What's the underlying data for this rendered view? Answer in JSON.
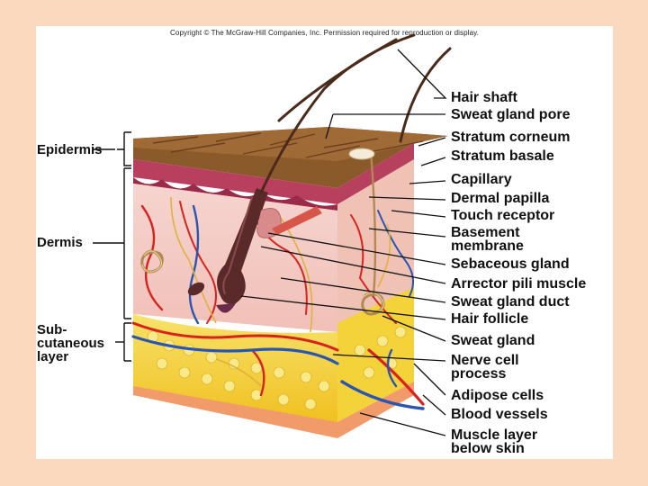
{
  "copyright": "Copyright © The McGraw-Hill Companies, Inc. Permission required for reproduction or display.",
  "left_labels": {
    "epidermis": "Epidermis",
    "dermis": "Dermis",
    "subcutaneous": [
      "Sub-",
      "cutaneous",
      "layer"
    ]
  },
  "right_labels": {
    "hair_shaft": "Hair shaft",
    "sweat_gland_pore": "Sweat gland pore",
    "stratum_corneum": "Stratum corneum",
    "stratum_basale": "Stratum basale",
    "capillary": "Capillary",
    "dermal_papilla": "Dermal papilla",
    "touch_receptor": "Touch receptor",
    "basement_membrane": [
      "Basement",
      "membrane"
    ],
    "sebaceous_gland": "Sebaceous gland",
    "arrector_pili_muscle": "Arrector pili muscle",
    "sweat_gland_duct": "Sweat gland duct",
    "hair_follicle": "Hair follicle",
    "sweat_gland": "Sweat gland",
    "nerve_cell_process": [
      "Nerve cell",
      "process"
    ],
    "adipose_cells": "Adipose cells",
    "blood_vessels": "Blood vessels",
    "muscle_layer": [
      "Muscle layer",
      "below skin"
    ]
  },
  "colors": {
    "background": "#fbd9bf",
    "stratum_corneum": "#8b5a2b",
    "epidermis_basale": "#b23a5a",
    "dermis": "#f4c6c0",
    "subcutaneous_fat": "#f3d02a",
    "artery": "#d8231d",
    "vein": "#2a56b0",
    "nerve": "#e0b23c"
  }
}
